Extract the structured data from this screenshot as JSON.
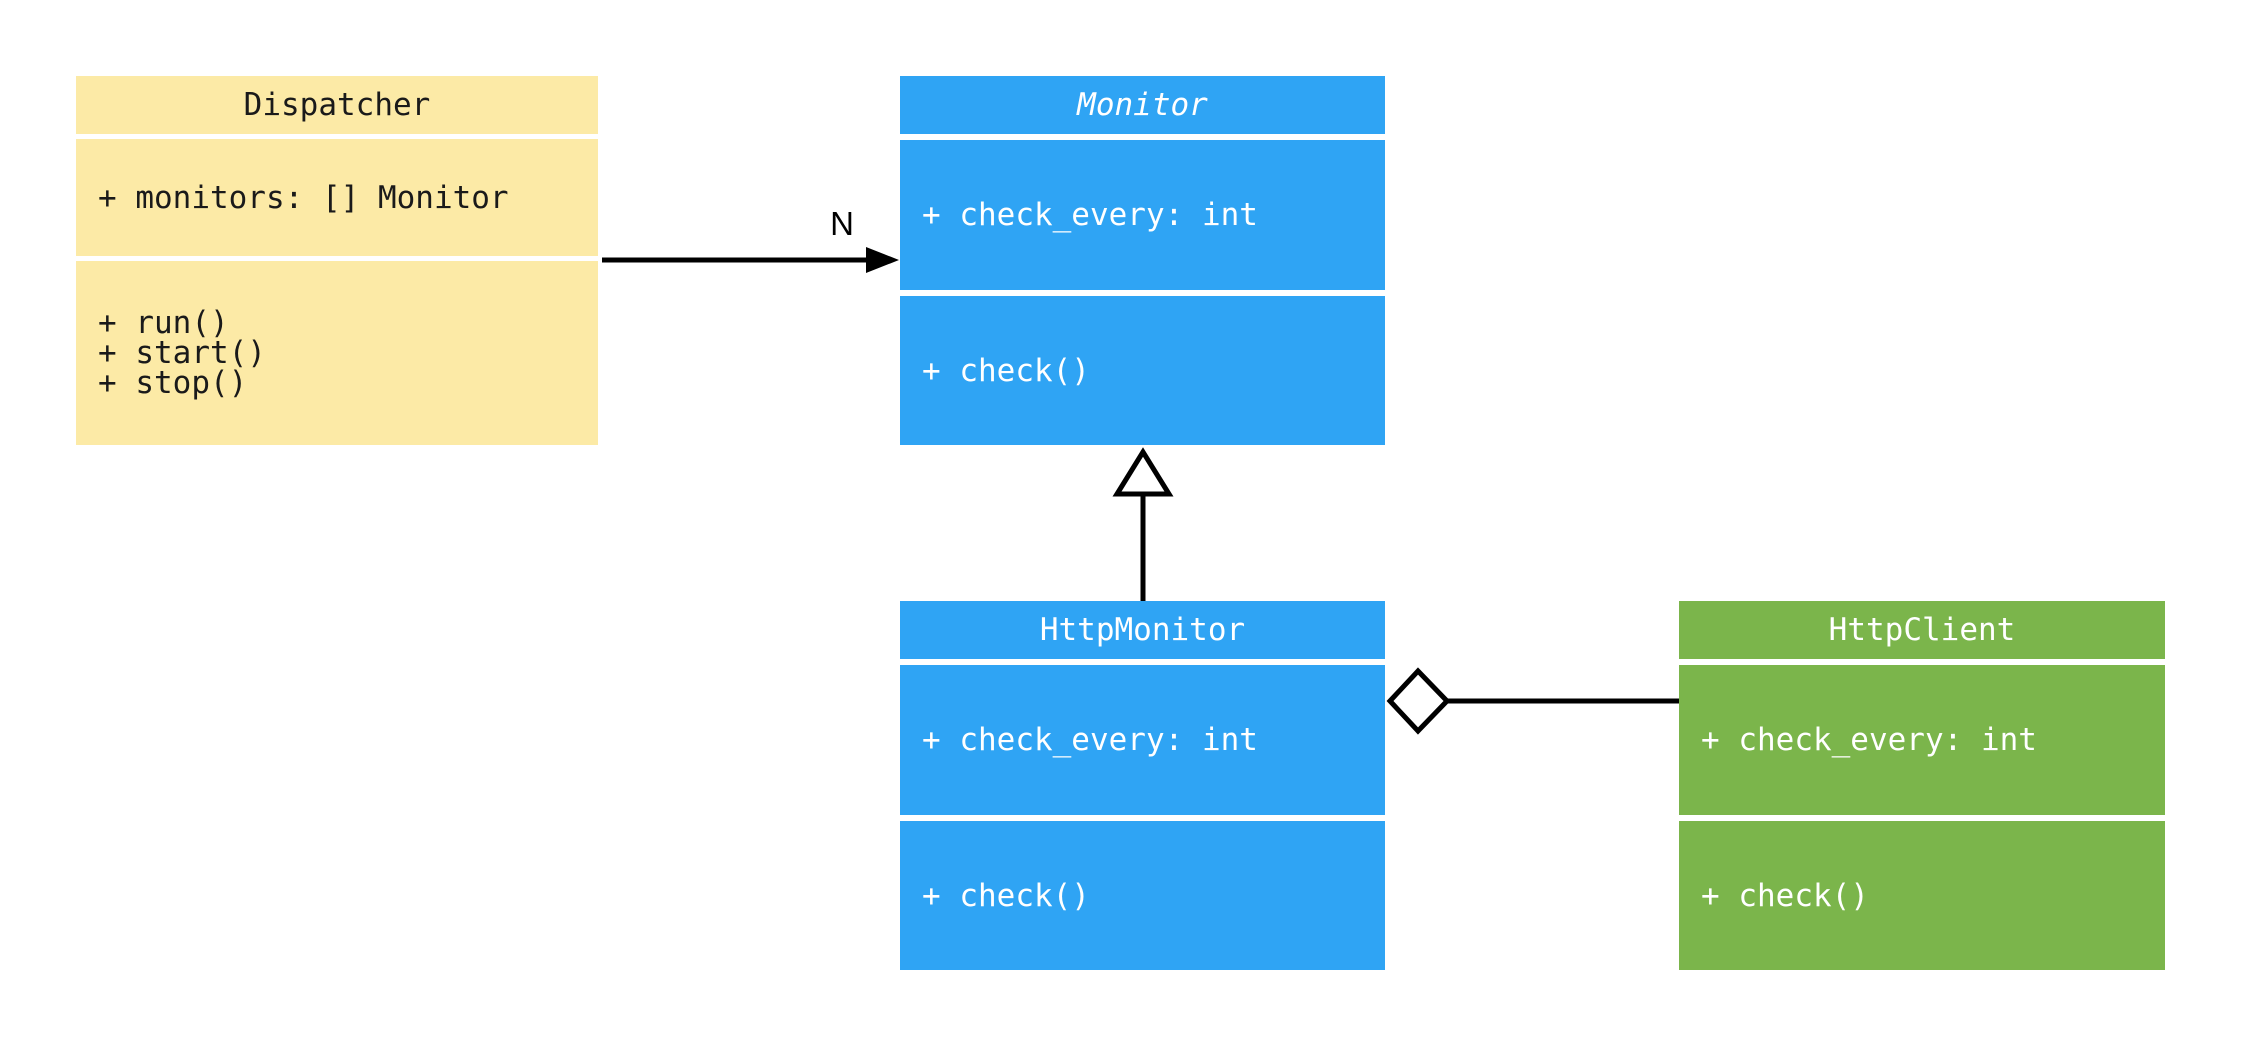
{
  "diagram": {
    "type": "uml-class-diagram",
    "background_color": "#FFFFFF",
    "line_color": "#000000",
    "classes": {
      "dispatcher": {
        "name": "Dispatcher",
        "abstract": false,
        "fill_color": "#FCEAA6",
        "text_color": "#1A1A1A",
        "attributes": [
          "+ monitors: [] Monitor"
        ],
        "methods": [
          "+ run()",
          "+ start()",
          "+ stop()"
        ]
      },
      "monitor": {
        "name": "Monitor",
        "abstract": true,
        "fill_color": "#2FA4F4",
        "text_color": "#FFFFFF",
        "attributes": [
          "+ check_every: int"
        ],
        "methods": [
          "+ check()"
        ]
      },
      "http_monitor": {
        "name": "HttpMonitor",
        "abstract": false,
        "fill_color": "#2FA4F4",
        "text_color": "#FFFFFF",
        "attributes": [
          "+ check_every: int"
        ],
        "methods": [
          "+ check()"
        ]
      },
      "http_client": {
        "name": "HttpClient",
        "abstract": false,
        "fill_color": "#7BB54B",
        "text_color": "#FFFFFF",
        "attributes": [
          "+ check_every: int"
        ],
        "methods": [
          "+ check()"
        ]
      }
    },
    "relations": [
      {
        "type": "association",
        "from": "Dispatcher",
        "to": "Monitor",
        "label": "N",
        "marker": "filled-arrowhead"
      },
      {
        "type": "inheritance",
        "from": "HttpMonitor",
        "to": "Monitor",
        "label": "",
        "marker": "hollow-triangle"
      },
      {
        "type": "aggregation",
        "from": "HttpMonitor",
        "to": "HttpClient",
        "label": "",
        "marker": "hollow-diamond"
      }
    ]
  }
}
